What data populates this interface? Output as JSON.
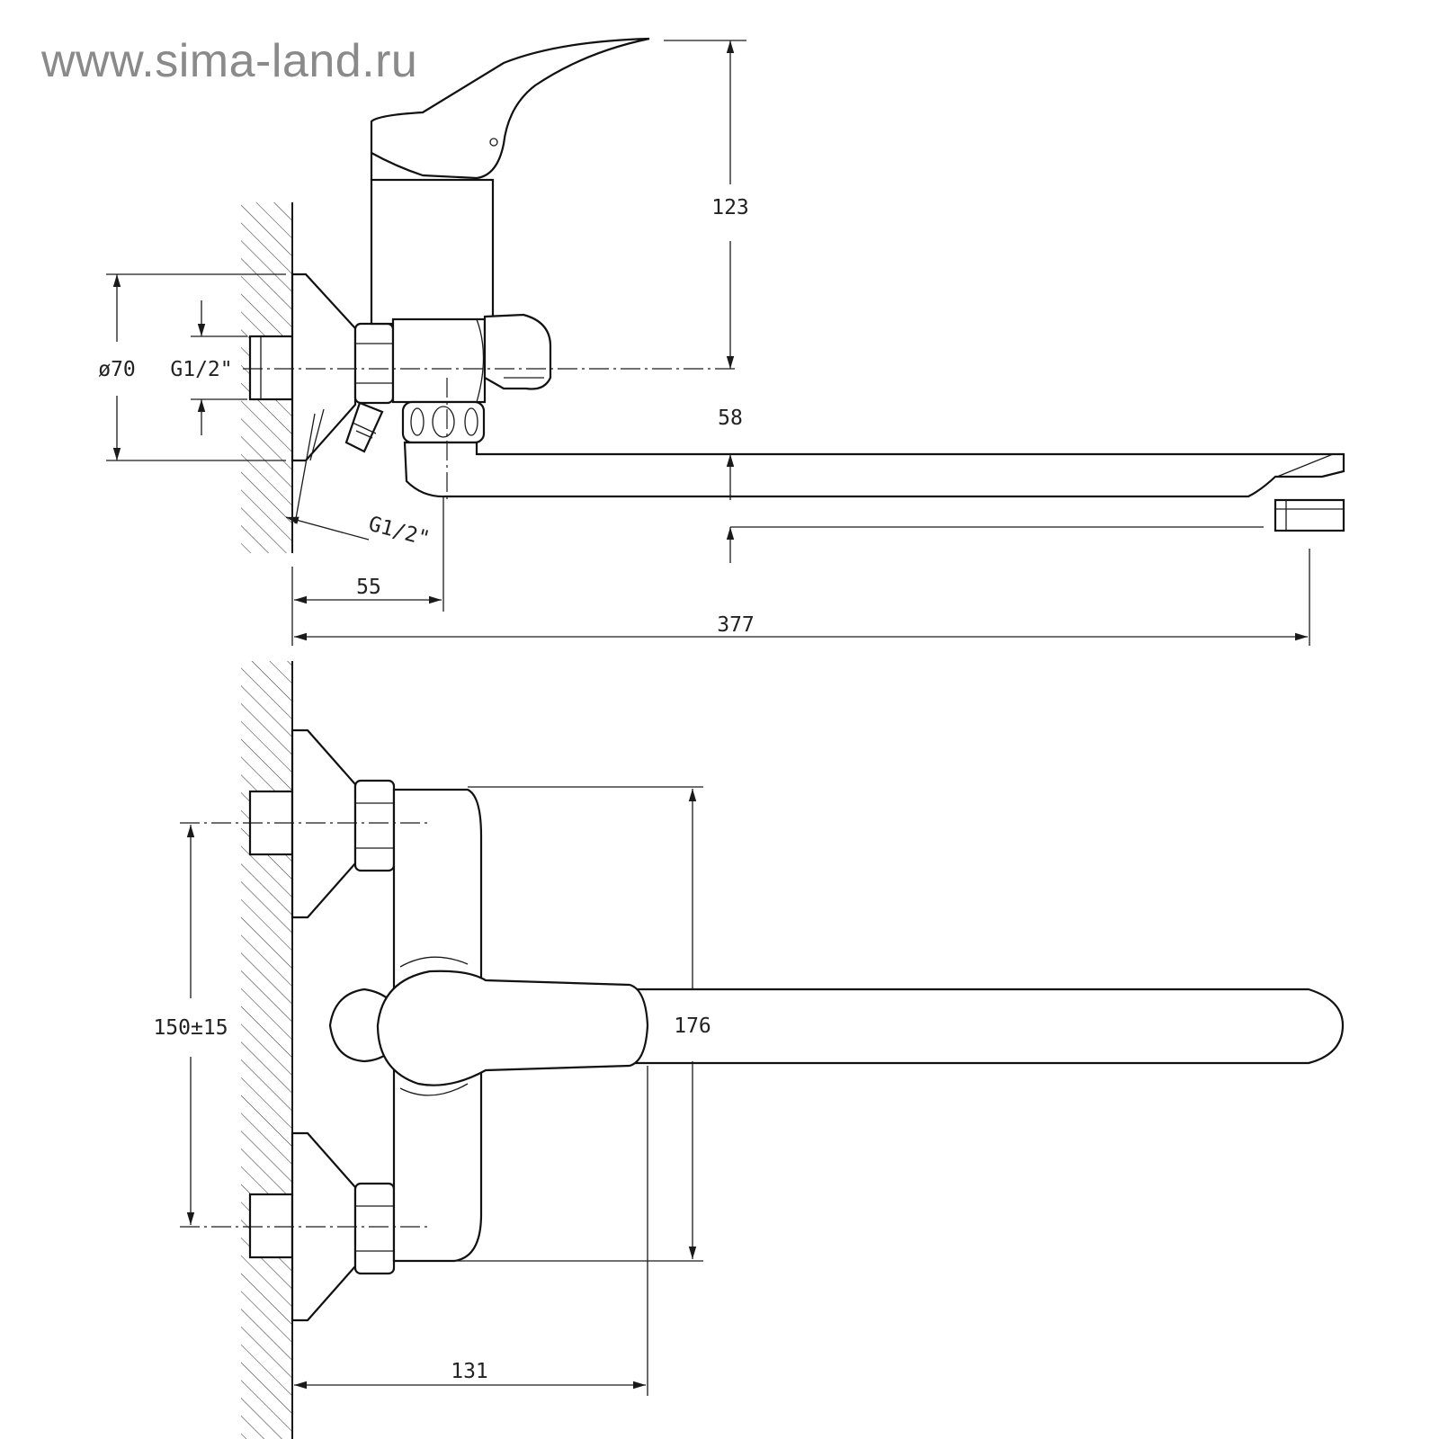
{
  "watermark": "www.sima-land.ru",
  "side_view": {
    "height_handle": "123",
    "spout_drop": "58",
    "flange_diameter": "ø70",
    "inlet_thread": "G1/2\"",
    "shower_thread": "G1/2\"",
    "wall_to_body": "55",
    "total_reach": "377"
  },
  "front_view": {
    "inlet_spacing": "150±15",
    "body_height": "176",
    "handle_reach": "131"
  },
  "colors": {
    "line": "#1a1a1a",
    "watermark": "#8a8a8a",
    "background": "#ffffff"
  }
}
